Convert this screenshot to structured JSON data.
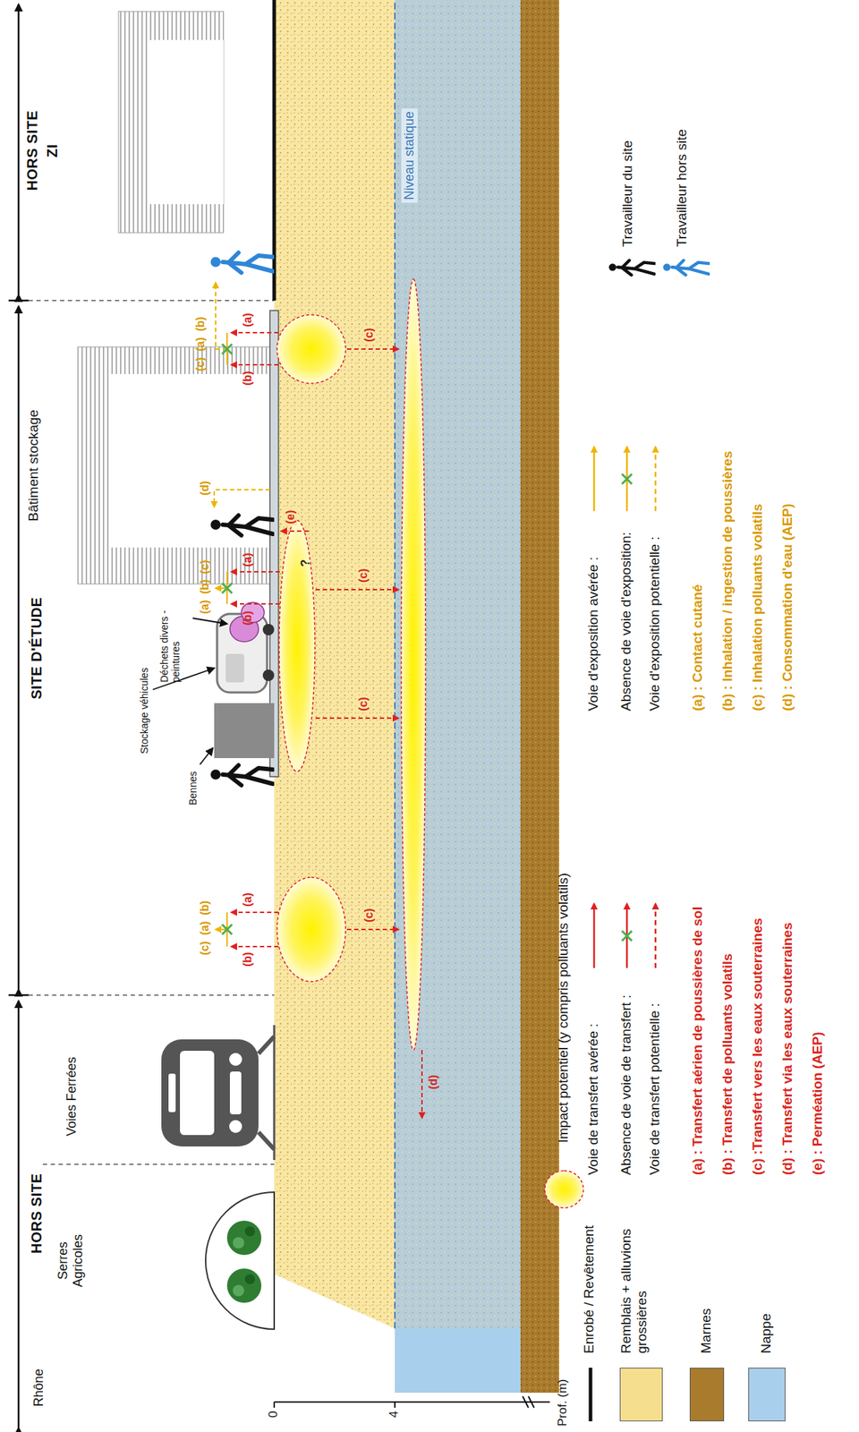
{
  "diagram": {
    "nodes": [
      {
        "text": [
          "Bâtiment stockage"
        ]
      }
    ],
    "labels": [
      "HORS SITE",
      "SITE D'ÉTUDE",
      "HORS SITE",
      "ZI",
      "Rhône",
      "Serres Agricoles",
      "Voies Ferrées",
      "Bennes",
      "Stockage véhicules",
      "Déchets divers - peintures",
      "Niveau statique",
      "Prof. (m)",
      "0",
      "4",
      "?",
      "(c)",
      "(a)",
      "(b)",
      "(b)",
      "(a)",
      "(c)",
      "(a)",
      "(b)",
      "(c)",
      "(d)",
      "(b)",
      "(a)",
      "(e)",
      "(c)",
      "(c)",
      "(c)",
      "(a)",
      "(b)",
      "(b)",
      "(a)",
      "(c)",
      "(d)"
    ],
    "legend": [
      {
        "text": "Enrobé / Revêtement"
      },
      {
        "text": "Remblais + alluvions grossières",
        "color": "#f5df8e"
      },
      {
        "text": "Marnes",
        "color": "#a97b2d"
      },
      {
        "text": "Nappe",
        "color": "#a8d0ec"
      },
      {
        "text": "Impact potentiel (y compris polluants volatils)"
      },
      {
        "text": "Voie de transfert avérée :"
      },
      {
        "text": "Absence de voie de transfert :"
      },
      {
        "text": "Voie de transfert potentielle :"
      },
      {
        "text": "(a) : Transfert aérien de poussières de sol"
      },
      {
        "text": "(b) : Transfert de polluants volatils"
      },
      {
        "text": "(c) :Transfert vers les eaux souterraines"
      },
      {
        "text": "(d) : Transfert via les eaux souterraines"
      },
      {
        "text": "(e) : Perméation (AEP)"
      },
      {
        "text": "Voie d'exposition avérée :"
      },
      {
        "text": "Absence de voie d'exposition:"
      },
      {
        "text": "Voie d'exposition potentielle :"
      },
      {
        "text": "(a) : Contact cutané"
      },
      {
        "text": "(b) : Inhalation / ingestion de poussières"
      },
      {
        "text": "(c) : Inhalation polluants volatils"
      },
      {
        "text": "(d) : Consommation d'eau (AEP)"
      },
      {
        "text": "Travailleur du site"
      },
      {
        "text": "Travailleur hors site"
      }
    ]
  }
}
